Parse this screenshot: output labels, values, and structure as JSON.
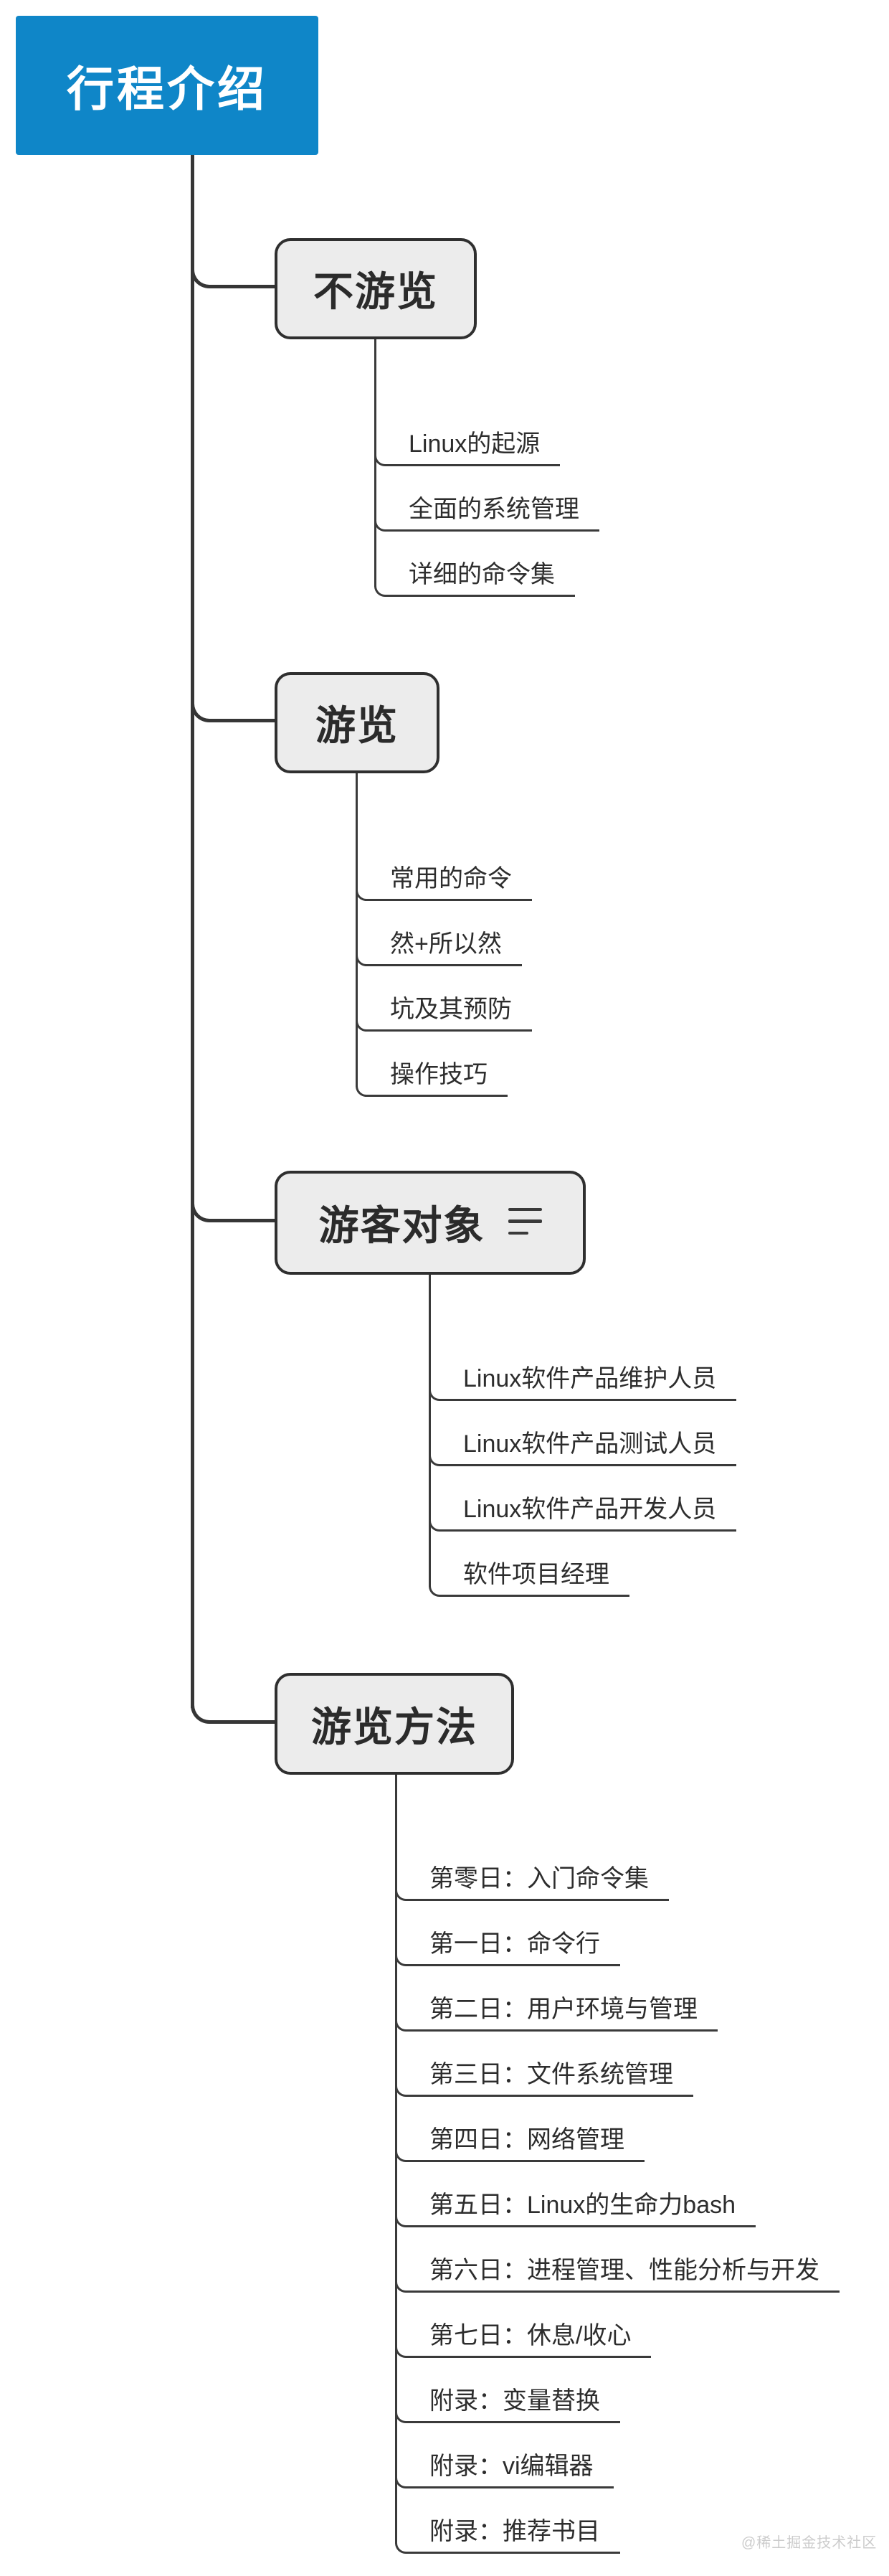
{
  "page": {
    "background_color": "#ffffff",
    "watermark": "@稀土掘金技术社区"
  },
  "mindmap": {
    "style": {
      "root_fill": "#0f86c8",
      "root_text_color": "#ffffff",
      "node_fill": "#ececec",
      "line_color": "#363636",
      "text_color": "#2d2d2d"
    },
    "root": {
      "label": "行程介绍"
    },
    "branches": [
      {
        "label": "不游览",
        "children": [
          "Linux的起源",
          "全面的系统管理",
          "详细的命令集"
        ]
      },
      {
        "label": "游览",
        "children": [
          "常用的命令",
          "然+所以然",
          "坑及其预防",
          "操作技巧"
        ]
      },
      {
        "label": "游客对象",
        "icon": "notes-icon",
        "children": [
          "Linux软件产品维护人员",
          "Linux软件产品测试人员",
          "Linux软件产品开发人员",
          "软件项目经理"
        ]
      },
      {
        "label": "游览方法",
        "children": [
          "第零日：入门命令集",
          "第一日：命令行",
          "第二日：用户环境与管理",
          "第三日：文件系统管理",
          "第四日：网络管理",
          "第五日：Linux的生命力bash",
          "第六日：进程管理、性能分析与开发",
          "第七日：休息/收心",
          "附录：变量替换",
          "附录：vi编辑器",
          "附录：推荐书目"
        ]
      }
    ]
  }
}
